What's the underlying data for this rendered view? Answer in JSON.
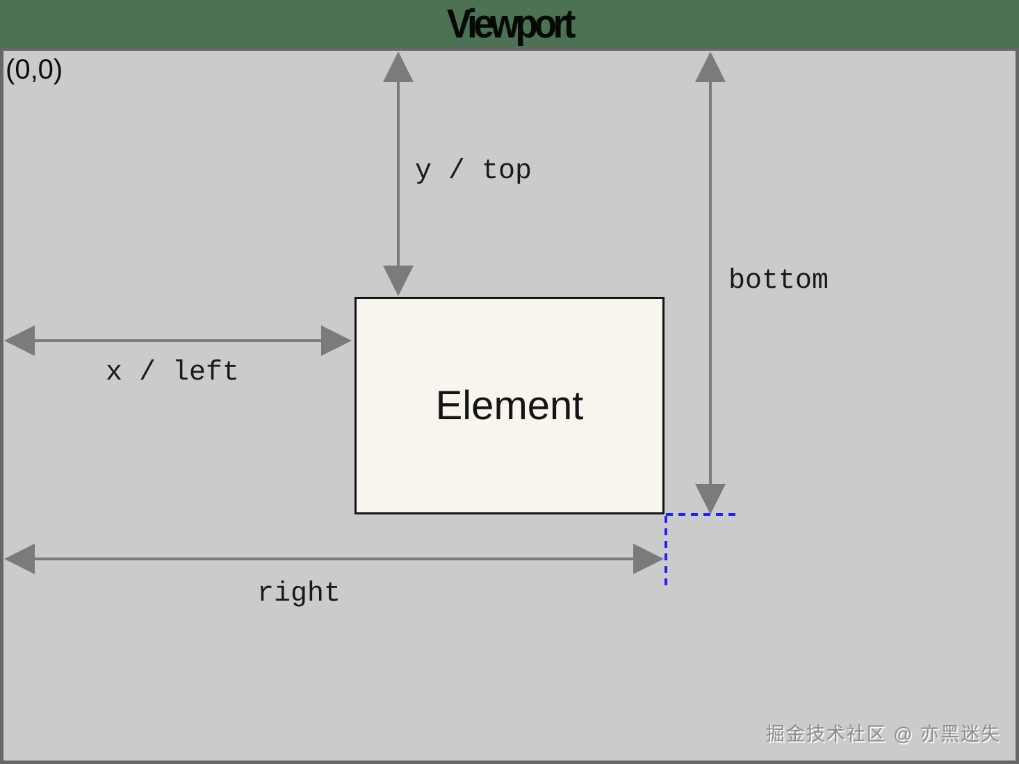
{
  "header": {
    "title": "Viewport",
    "background_color": "#4c7253"
  },
  "viewport": {
    "origin_label": "(0,0)",
    "fill_color": "#cbcbcb",
    "border_color": "#676767"
  },
  "element": {
    "label": "Element",
    "fill_color": "#f8f4ee",
    "border_color": "#141414"
  },
  "labels": {
    "y_top": "y / top",
    "x_left": "x / left",
    "bottom": "bottom",
    "right": "right"
  },
  "arrows": {
    "color": "#7b7b7b",
    "items": [
      "y-top-vertical",
      "x-left-horizontal",
      "bottom-vertical",
      "right-horizontal"
    ]
  },
  "guides": {
    "color": "#1f1fff",
    "style": "dotted",
    "items": [
      "element-bottom-extension",
      "element-right-extension"
    ]
  },
  "watermark": {
    "text": "掘金技术社区 @ 亦黑迷失"
  }
}
